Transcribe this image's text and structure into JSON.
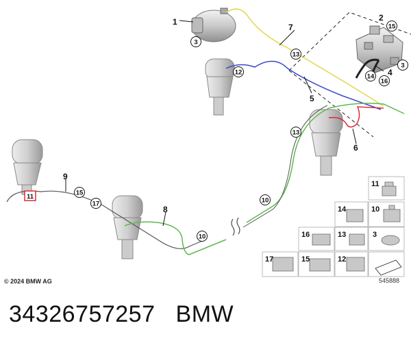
{
  "footer": {
    "part_number": "34326757257",
    "brand": "BMW"
  },
  "copyright": "© 2024 BMW AG",
  "diagram_id": "545888",
  "callouts": {
    "c1": "1",
    "c2": "2",
    "c3a": "3",
    "c3b": "3",
    "c4": "4",
    "c5": "5",
    "c6": "6",
    "c7": "7",
    "c8": "8",
    "c9": "9",
    "c10a": "10",
    "c10b": "10",
    "c11": "11",
    "c12": "12",
    "c13a": "13",
    "c13b": "13",
    "c14": "14",
    "c15a": "15",
    "c15b": "15",
    "c16": "16",
    "c17": "17"
  },
  "legend": {
    "l11": "11",
    "l14": "14",
    "l10": "10",
    "l16": "16",
    "l13": "13",
    "l3": "3",
    "l17": "17",
    "l15": "15",
    "l12": "12"
  },
  "colors": {
    "yellow_line": "#e0d84a",
    "blue_line": "#3b47c9",
    "red_line": "#e0283a",
    "green_line": "#5cb84a",
    "line": "#555555",
    "part_fill": "#d0d0d0"
  }
}
